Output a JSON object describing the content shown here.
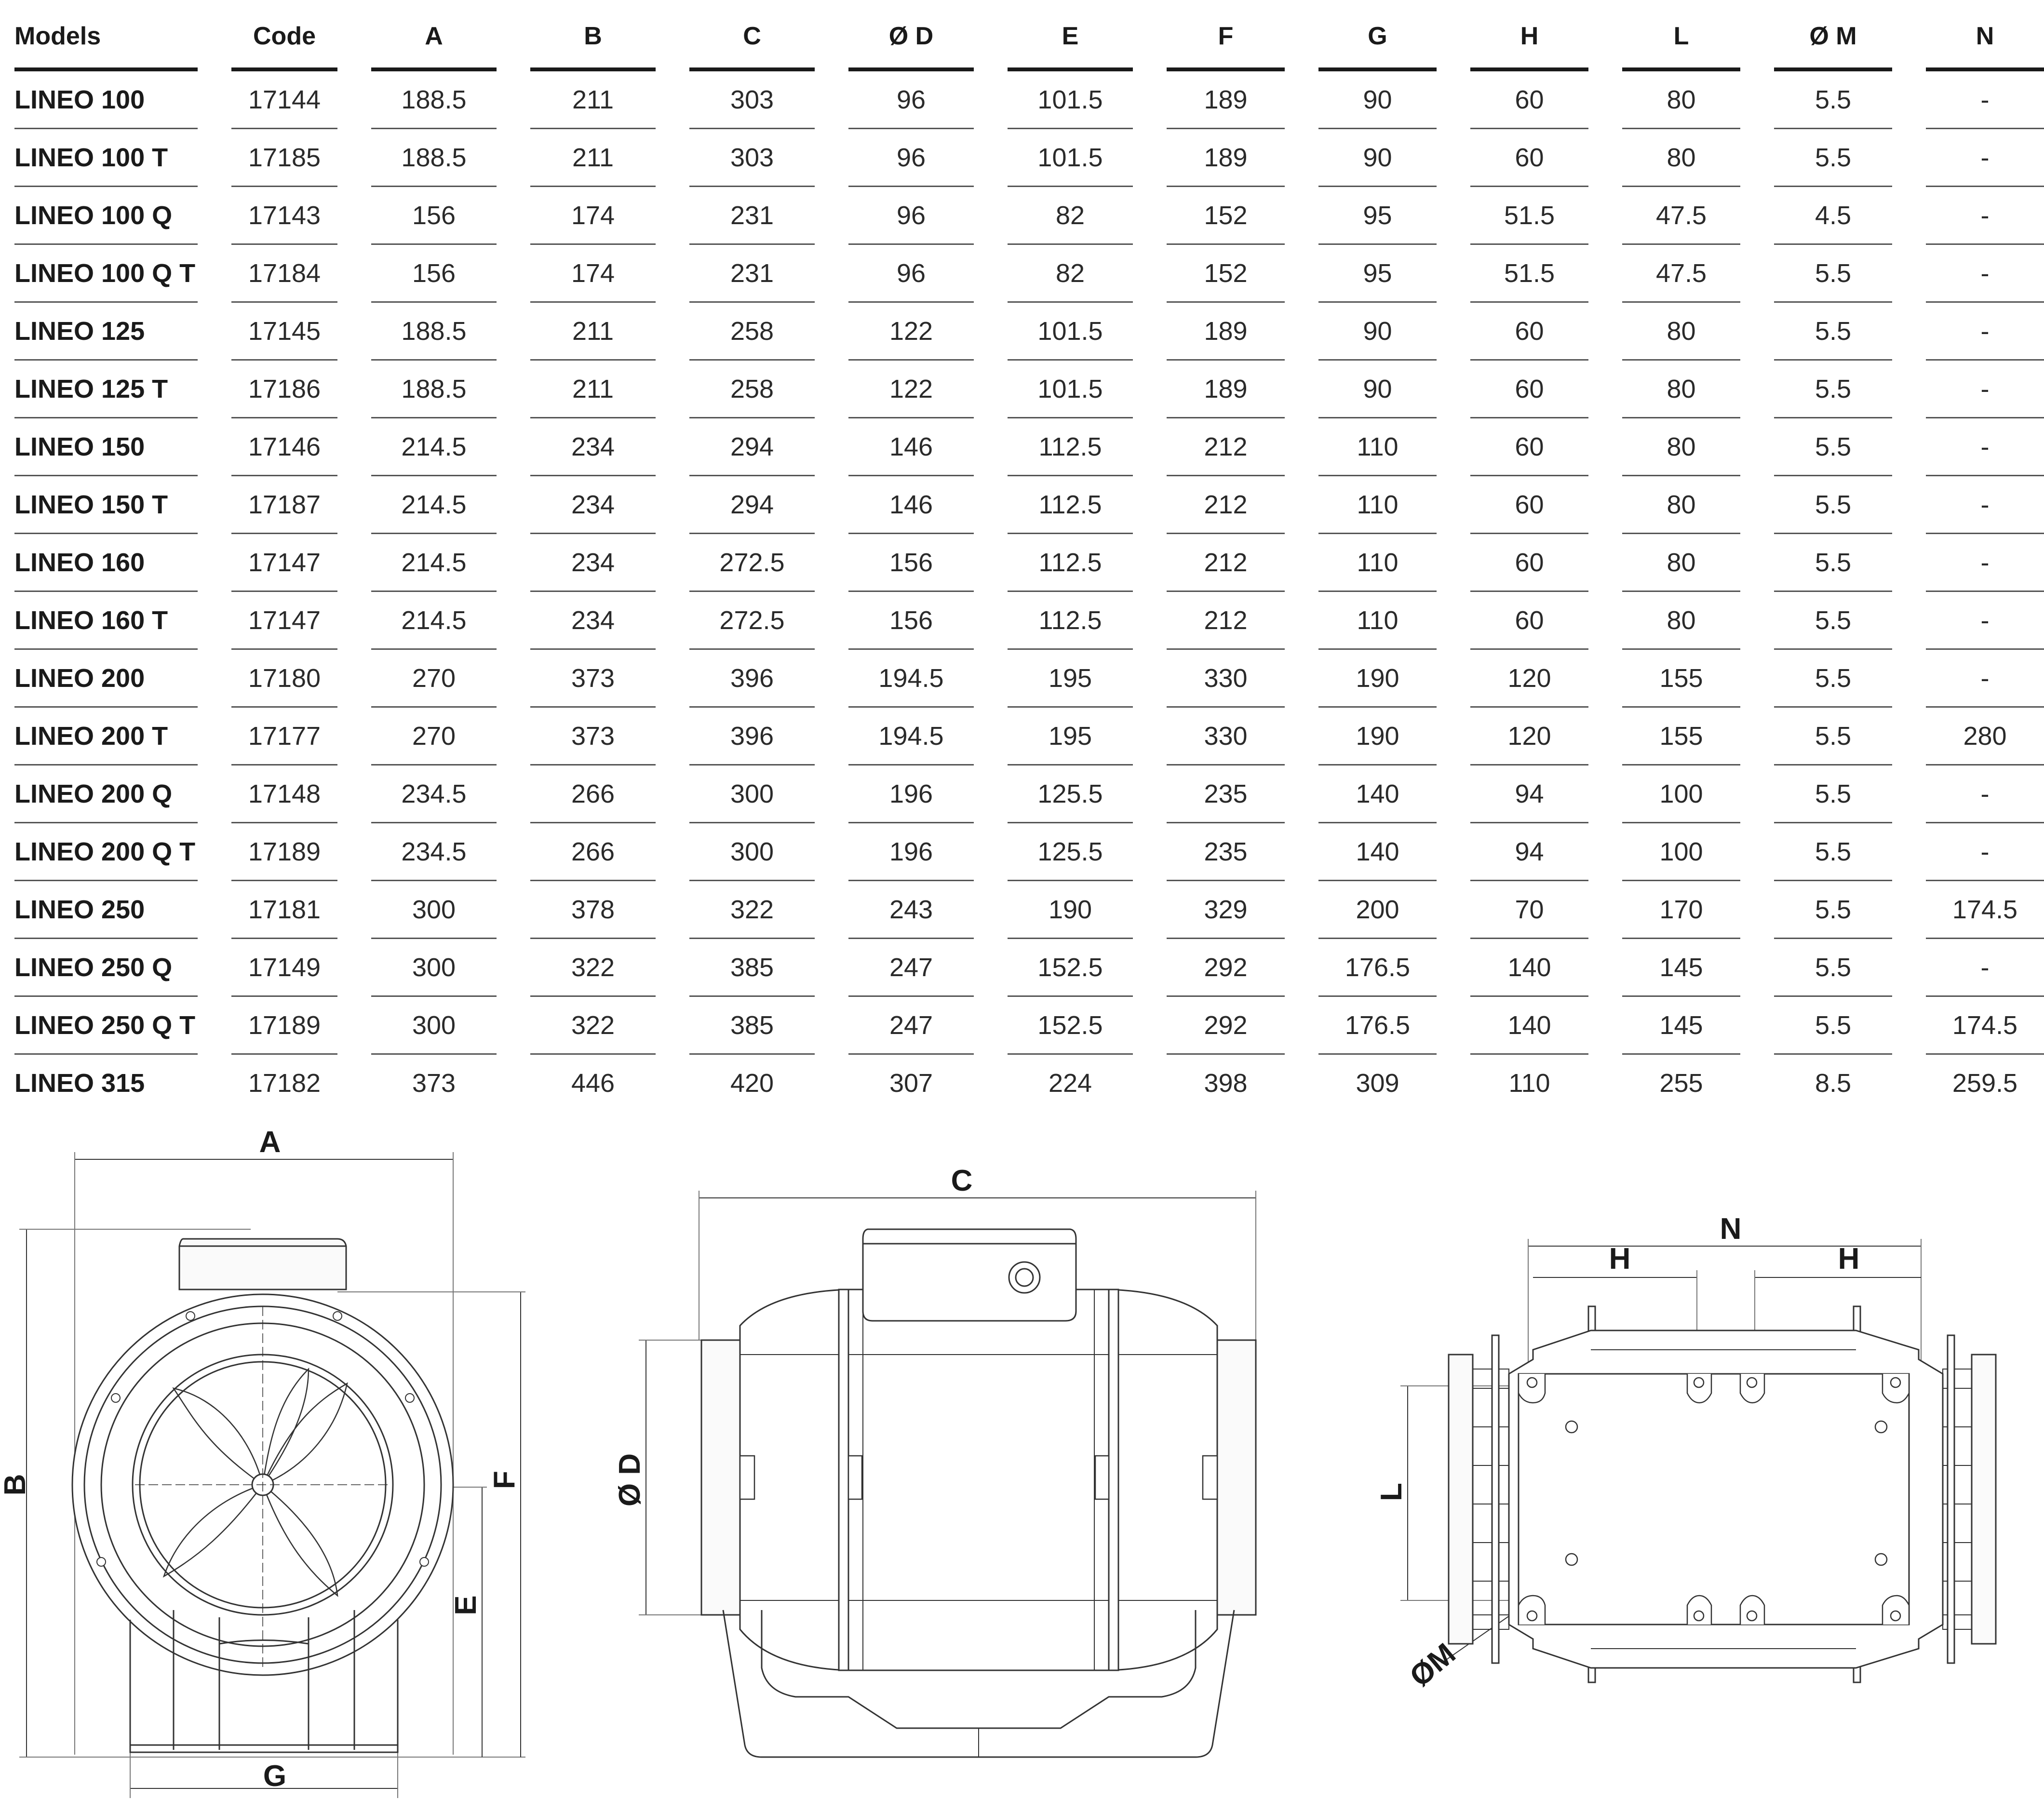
{
  "table": {
    "headers": [
      "Models",
      "Code",
      "A",
      "B",
      "C",
      "Ø D",
      "E",
      "F",
      "G",
      "H",
      "L",
      "Ø M",
      "N"
    ],
    "rows": [
      [
        "LINEO 100",
        "17144",
        "188.5",
        "211",
        "303",
        "96",
        "101.5",
        "189",
        "90",
        "60",
        "80",
        "5.5",
        "-"
      ],
      [
        "LINEO 100 T",
        "17185",
        "188.5",
        "211",
        "303",
        "96",
        "101.5",
        "189",
        "90",
        "60",
        "80",
        "5.5",
        "-"
      ],
      [
        "LINEO 100 Q",
        "17143",
        "156",
        "174",
        "231",
        "96",
        "82",
        "152",
        "95",
        "51.5",
        "47.5",
        "4.5",
        "-"
      ],
      [
        "LINEO 100 Q T",
        "17184",
        "156",
        "174",
        "231",
        "96",
        "82",
        "152",
        "95",
        "51.5",
        "47.5",
        "5.5",
        "-"
      ],
      [
        "LINEO 125",
        "17145",
        "188.5",
        "211",
        "258",
        "122",
        "101.5",
        "189",
        "90",
        "60",
        "80",
        "5.5",
        "-"
      ],
      [
        "LINEO 125 T",
        "17186",
        "188.5",
        "211",
        "258",
        "122",
        "101.5",
        "189",
        "90",
        "60",
        "80",
        "5.5",
        "-"
      ],
      [
        "LINEO 150",
        "17146",
        "214.5",
        "234",
        "294",
        "146",
        "112.5",
        "212",
        "110",
        "60",
        "80",
        "5.5",
        "-"
      ],
      [
        "LINEO 150 T",
        "17187",
        "214.5",
        "234",
        "294",
        "146",
        "112.5",
        "212",
        "110",
        "60",
        "80",
        "5.5",
        "-"
      ],
      [
        "LINEO 160",
        "17147",
        "214.5",
        "234",
        "272.5",
        "156",
        "112.5",
        "212",
        "110",
        "60",
        "80",
        "5.5",
        "-"
      ],
      [
        "LINEO 160 T",
        "17147",
        "214.5",
        "234",
        "272.5",
        "156",
        "112.5",
        "212",
        "110",
        "60",
        "80",
        "5.5",
        "-"
      ],
      [
        "LINEO 200",
        "17180",
        "270",
        "373",
        "396",
        "194.5",
        "195",
        "330",
        "190",
        "120",
        "155",
        "5.5",
        "-"
      ],
      [
        "LINEO 200 T",
        "17177",
        "270",
        "373",
        "396",
        "194.5",
        "195",
        "330",
        "190",
        "120",
        "155",
        "5.5",
        "280"
      ],
      [
        "LINEO 200 Q",
        "17148",
        "234.5",
        "266",
        "300",
        "196",
        "125.5",
        "235",
        "140",
        "94",
        "100",
        "5.5",
        "-"
      ],
      [
        "LINEO 200 Q T",
        "17189",
        "234.5",
        "266",
        "300",
        "196",
        "125.5",
        "235",
        "140",
        "94",
        "100",
        "5.5",
        "-"
      ],
      [
        "LINEO 250",
        "17181",
        "300",
        "378",
        "322",
        "243",
        "190",
        "329",
        "200",
        "70",
        "170",
        "5.5",
        "174.5"
      ],
      [
        "LINEO 250 Q",
        "17149",
        "300",
        "322",
        "385",
        "247",
        "152.5",
        "292",
        "176.5",
        "140",
        "145",
        "5.5",
        "-"
      ],
      [
        "LINEO 250 Q T",
        "17189",
        "300",
        "322",
        "385",
        "247",
        "152.5",
        "292",
        "176.5",
        "140",
        "145",
        "5.5",
        "174.5"
      ],
      [
        "LINEO 315",
        "17182",
        "373",
        "446",
        "420",
        "307",
        "224",
        "398",
        "309",
        "110",
        "255",
        "8.5",
        "259.5"
      ]
    ]
  },
  "drawings": {
    "front_view": {
      "labels": {
        "A": "A",
        "B": "B",
        "F": "F",
        "E": "E",
        "G": "G"
      }
    },
    "side_view": {
      "labels": {
        "C": "C",
        "D": "Ø D"
      }
    },
    "bottom_view": {
      "labels": {
        "N": "N",
        "H1": "H",
        "H2": "H",
        "L": "L",
        "M": "ØM"
      }
    }
  }
}
